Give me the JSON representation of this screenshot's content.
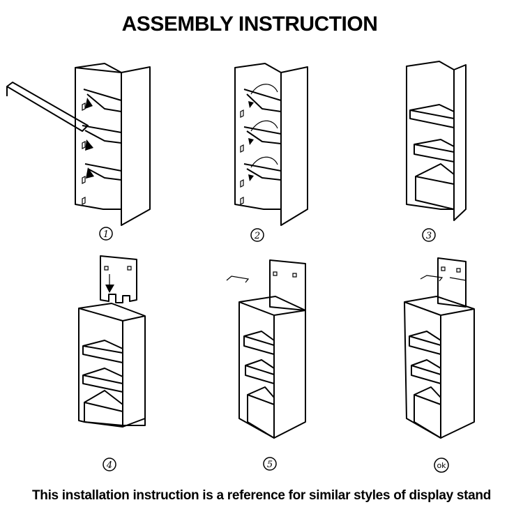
{
  "title": "ASSEMBLY INSTRUCTION",
  "steps": [
    {
      "label": "1"
    },
    {
      "label": "2"
    },
    {
      "label": "3"
    },
    {
      "label": "4"
    },
    {
      "label": "5"
    },
    {
      "label": "ok"
    }
  ],
  "footer": "This installation instruction is a reference for similar styles of display stand"
}
